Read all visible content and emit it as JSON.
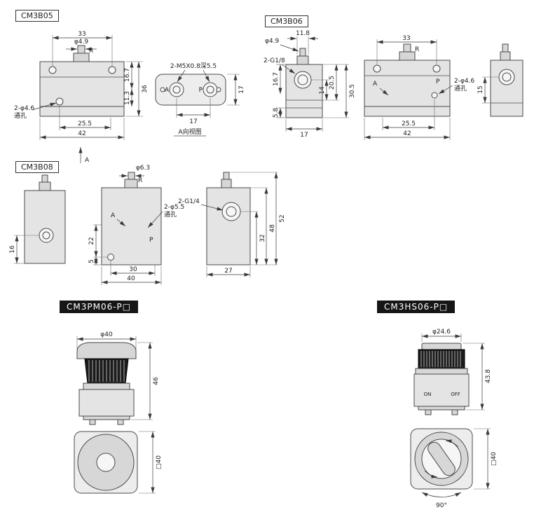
{
  "colors": {
    "line": "#4a4a4a",
    "body_fill": "#e4e4e4",
    "dark_label_bg": "#161616",
    "dark_label_text": "#ffffff"
  },
  "cm3b05": {
    "label": "CM3B05",
    "front": {
      "dim_top_width": "33",
      "dim_plunger_dia": "φ4.9",
      "roller": "R",
      "dim_height_total": "36",
      "dim_height_upper": "16.7",
      "dim_height_lower": "11.3",
      "dim_bottom_inner": "25.5",
      "dim_bottom_outer": "42",
      "hole_callout_line1": "2-φ4.6",
      "hole_callout_line2": "通孔",
      "section_label": "A"
    },
    "side": {
      "thread_callout": "2-M5X0.8深5.5",
      "port_a": "A",
      "port_p": "P",
      "dim_port_pitch": "17",
      "dim_height": "17",
      "view_label": "A向视图"
    }
  },
  "cm3b06": {
    "label": "CM3B06",
    "side": {
      "dim_plunger_width": "11.8",
      "dim_plunger_dia": "φ4.9",
      "port_callout": "2-G1/8",
      "dim_height_total": "30.5",
      "dim_height_step": "20.5",
      "dim_height_upper": "16.7",
      "dim_port_center": "14",
      "dim_base": "5.8",
      "dim_width": "17"
    },
    "front": {
      "dim_top_width": "33",
      "roller": "R",
      "port_a": "A",
      "port_p": "P",
      "hole_callout_line1": "2-φ4.6",
      "hole_callout_line2": "通孔",
      "dim_bottom_inner": "25.5",
      "dim_bottom_outer": "42"
    },
    "end": {
      "dim_port": "15"
    }
  },
  "cm3b08": {
    "label": "CM3B08",
    "left": {
      "dim_hole": "16"
    },
    "front": {
      "dim_plunger_dia": "φ6.3",
      "roller": "R",
      "port_a": "A",
      "port_p": "P",
      "hole_callout_line1": "2-φ5.5",
      "hole_callout_line2": "通孔",
      "dim_hole_v": "22",
      "dim_base_v": "5",
      "dim_bottom_inner": "30",
      "dim_bottom_outer": "40"
    },
    "side": {
      "port_callout": "2-G1/4",
      "dim_port_bottom": "32",
      "dim_body_height": "48",
      "dim_total_height": "52",
      "dim_width": "27"
    }
  },
  "cm3pm06": {
    "label": "CM3PM06-P□",
    "dim_cap_dia": "φ40",
    "dim_height": "46",
    "dim_square": "□40"
  },
  "cm3hs06": {
    "label": "CM3HS06-P□",
    "dim_knob_dia": "φ24.6",
    "dim_height": "43.8",
    "on_label": "ON",
    "off_label": "OFF",
    "dim_square": "□40",
    "dim_angle": "90°"
  }
}
